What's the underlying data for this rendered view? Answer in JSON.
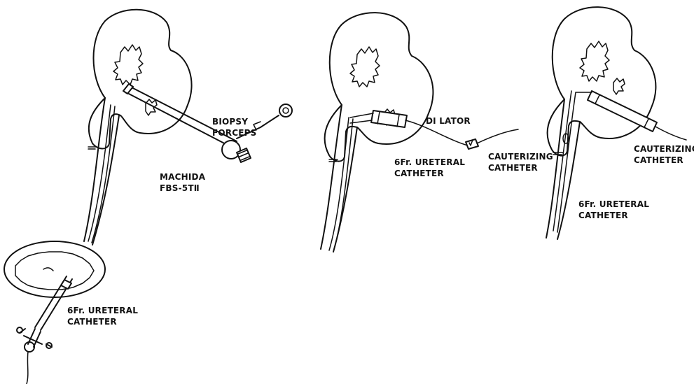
{
  "panels": [
    {
      "labels": {
        "biopsy_forceps": [
          "BIOPSY",
          "FORCEPS"
        ],
        "scope": [
          "MACHIDA",
          "FBS-5TⅡ"
        ],
        "catheter": [
          "6Fr. URETERAL",
          "CATHETER"
        ]
      }
    },
    {
      "labels": {
        "dilator": [
          "DI LATOR"
        ],
        "catheter": [
          "6Fr. URETERAL",
          "CATHETER"
        ],
        "cautery": [
          "CAUTERIZING",
          "CATHETER"
        ]
      }
    },
    {
      "labels": {
        "cautery": [
          "CAUTERIZING",
          "CATHETER"
        ],
        "catheter": [
          "6Fr. URETERAL",
          "CATHETER"
        ]
      }
    }
  ]
}
